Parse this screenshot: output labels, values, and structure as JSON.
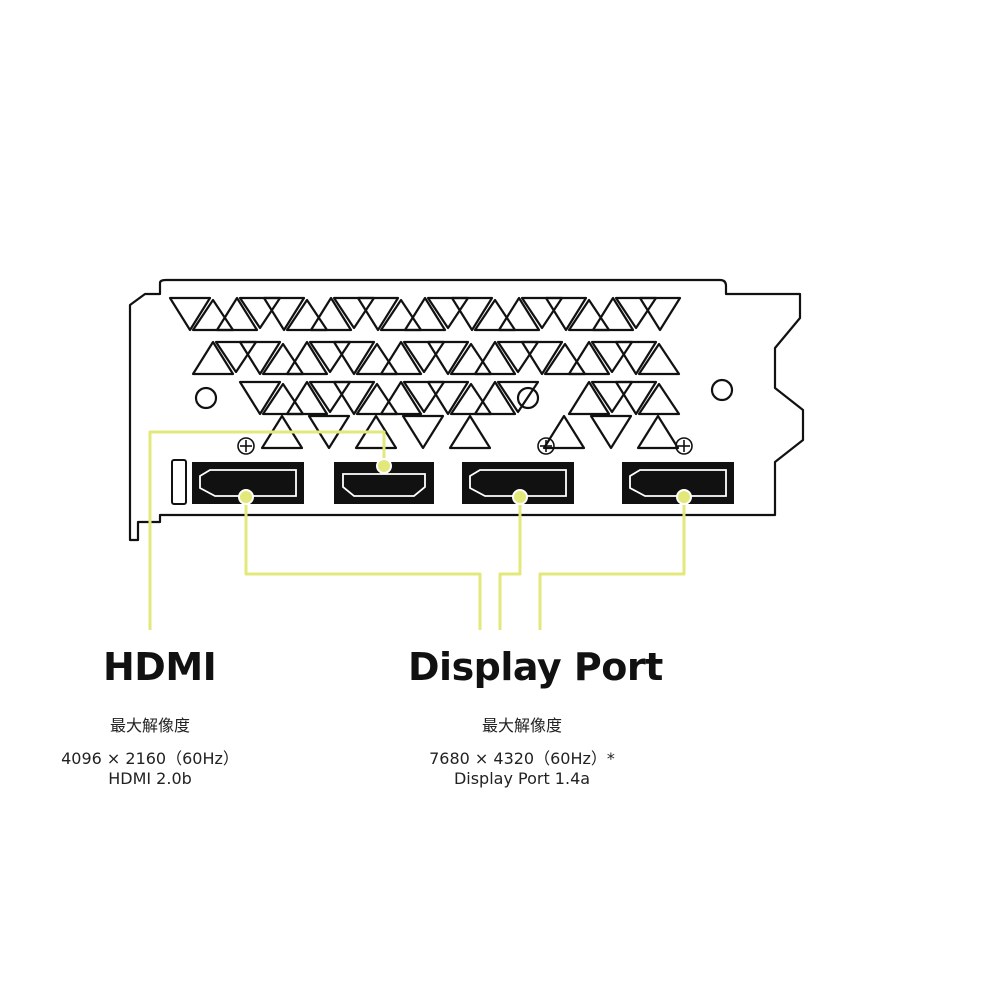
{
  "colors": {
    "accent": "#e3e87a",
    "outline": "#111111",
    "background": "#ffffff"
  },
  "ports": [
    {
      "type": "displayport",
      "group": "Display Port"
    },
    {
      "type": "hdmi",
      "group": "HDMI"
    },
    {
      "type": "displayport",
      "group": "Display Port"
    },
    {
      "type": "displayport",
      "group": "Display Port"
    }
  ],
  "hdmi": {
    "title": "HDMI",
    "caption": "最大解像度",
    "resolution": "4096 × 2160（60Hz）",
    "spec": "HDMI 2.0b"
  },
  "displayport": {
    "title": "Display Port",
    "caption": "最大解像度",
    "resolution": "7680 × 4320（60Hz）*",
    "spec": "Display Port 1.4a"
  }
}
